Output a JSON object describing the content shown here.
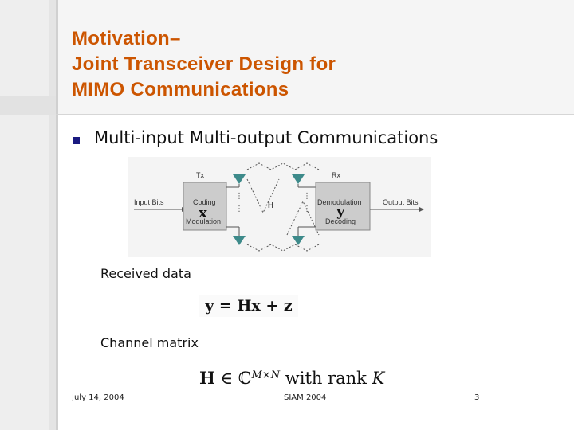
{
  "slide": {
    "title_lines": [
      "Motivation–",
      "Joint Transceiver Design for",
      "MIMO Communications"
    ],
    "bullet": "Multi-input Multi-output Communications",
    "received_label": "Received data",
    "equation_received": "y = Hx + z",
    "channel_label": "Channel matrix",
    "equation_channel": {
      "H": "H",
      "in": "∈",
      "C": "ℂ",
      "dims": "M×N",
      "with_rank": "with rank",
      "K": "K"
    },
    "title_color": "#cc5500"
  },
  "diagram": {
    "tx_label": "Tx",
    "rx_label": "Rx",
    "input_bits": "Input Bits",
    "output_bits": "Output Bits",
    "coding": "Coding",
    "modulation": "Modulation",
    "demodulation": "Demodulation",
    "decoding": "Decoding",
    "channel": "H",
    "x_symbol": "x",
    "y_symbol": "y"
  },
  "footer": {
    "date": "July 14, 2004",
    "venue": "SIAM 2004",
    "page": "3"
  }
}
